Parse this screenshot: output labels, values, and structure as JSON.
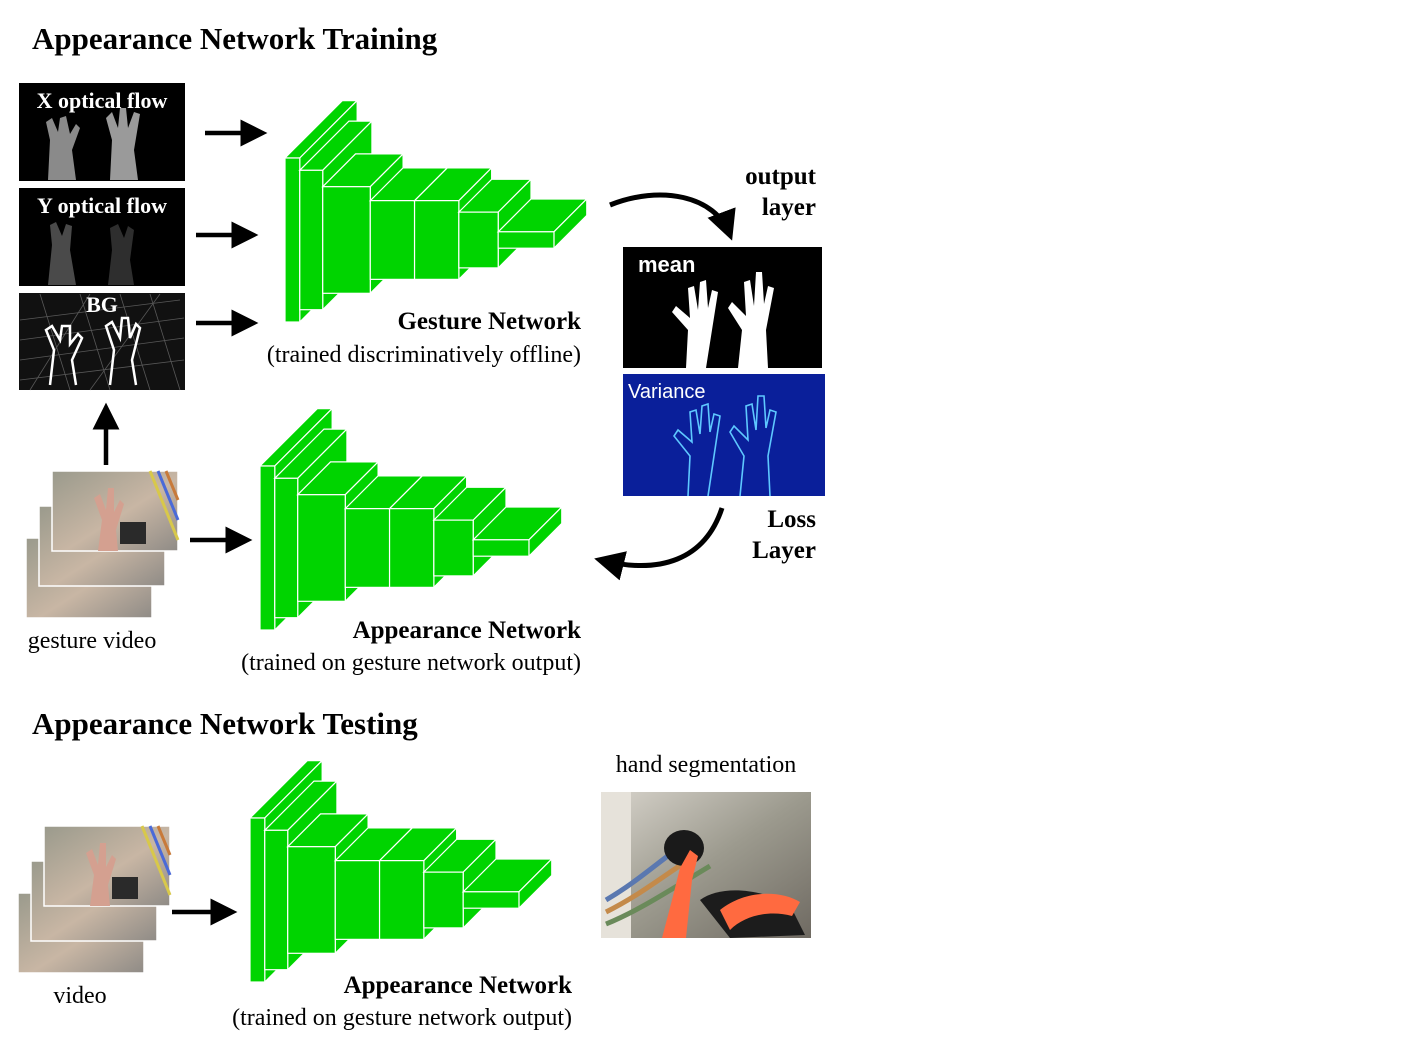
{
  "training": {
    "title": "Appearance Network Training",
    "inputs": {
      "x_flow": "X optical flow",
      "y_flow": "Y optical flow",
      "bg": "BG"
    },
    "gesture_network": {
      "name": "Gesture Network",
      "note": "(trained discriminatively offline)"
    },
    "output_layer": [
      "output",
      "layer"
    ],
    "mean_label": "mean",
    "variance_label": "Variance",
    "loss_layer": [
      "Loss",
      "Layer"
    ],
    "appearance_network": {
      "name": "Appearance Network",
      "note": "(trained on gesture network output)"
    },
    "video_label": "gesture video"
  },
  "testing": {
    "title": "Appearance Network Testing",
    "appearance_network": {
      "name": "Appearance Network",
      "note": "(trained on gesture network output)"
    },
    "video_label": "video",
    "output_label": "hand segmentation"
  },
  "colors": {
    "network_green": "#00d400",
    "network_edge": "#00a000",
    "arrow": "#000000",
    "variance_bg": "#0a1f9a",
    "panel_black": "#000000"
  }
}
